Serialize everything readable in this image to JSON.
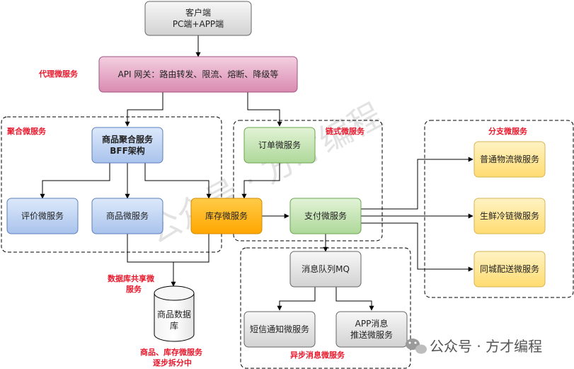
{
  "nodes": {
    "client": {
      "line1": "客户端",
      "line2": "PC端+APP端"
    },
    "gateway": {
      "label": "API 网关：路由转发、限流、熔断、降级等"
    },
    "bff": {
      "line1": "商品聚合服务",
      "line2": "BFF架构"
    },
    "review": {
      "label": "评价微服务"
    },
    "product": {
      "label": "商品微服务"
    },
    "inventory": {
      "label": "库存微服务"
    },
    "order": {
      "label": "订单微服务"
    },
    "payment": {
      "label": "支付微服务"
    },
    "logistics": {
      "label": "普通物流微服务"
    },
    "cold_chain": {
      "label": "生鲜冷链微服务"
    },
    "same_city": {
      "label": "同城配送微服务"
    },
    "mq": {
      "label": "消息队列MQ"
    },
    "sms": {
      "label": "短信通知微服务"
    },
    "app_push": {
      "line1": "APP消息",
      "line2": "推送微服务"
    },
    "database": {
      "line1": "商品数据",
      "line2": "库"
    }
  },
  "annotations": {
    "proxy": "代理微服务",
    "aggregate": "聚合微服务",
    "chain": "链式微服务",
    "branch": "分支微服务",
    "shared_db_1": "数据库共享微",
    "shared_db_2": "服务",
    "async": "异步消息微服务",
    "split_1": "商品、库存微服务",
    "split_2": "逐步拆分中"
  },
  "watermark": "公众号 · 方才编程",
  "footer": {
    "text": "公众号 · 方才编程",
    "icon": "wechat-icon"
  },
  "colors": {
    "annotation_red": "#e8192c",
    "gray_fill": "#e6e6e6",
    "pink_fill": "#e6a7c4",
    "blue_fill": "#c4d7f5",
    "green_fill": "#c8e6b6",
    "orange_fill": "#ffb300",
    "yellow_fill": "#ffe599"
  }
}
